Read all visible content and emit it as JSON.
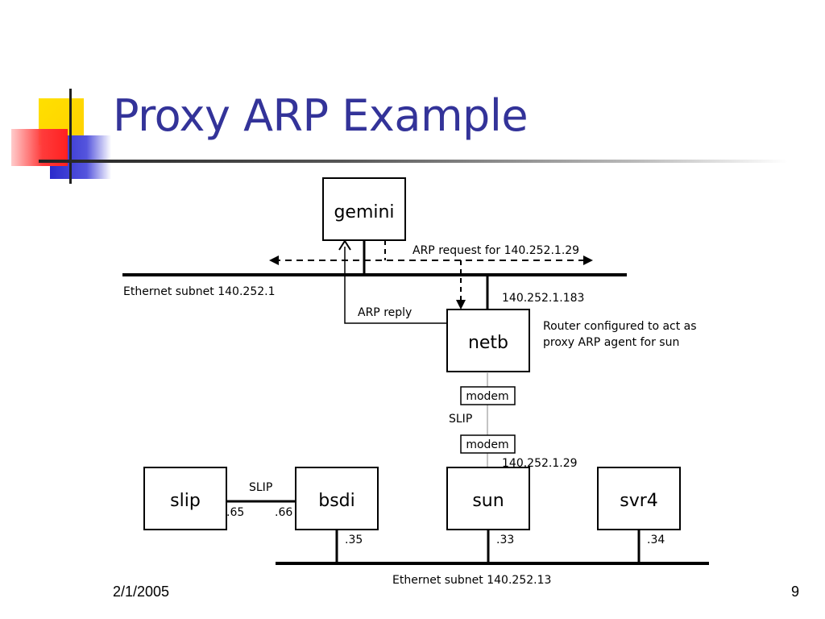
{
  "title": "Proxy ARP Example",
  "footer": {
    "date": "2/1/2005",
    "page": "9"
  },
  "colors": {
    "title": "#333399",
    "deco_yellow": "#FFD700",
    "deco_red": "#FF3333",
    "deco_blue": "#3333CC"
  },
  "hosts": {
    "gemini": "gemini",
    "netb": "netb",
    "slip": "slip",
    "bsdi": "bsdi",
    "sun": "sun",
    "svr4": "svr4"
  },
  "modems": {
    "top": "modem",
    "bottom": "modem"
  },
  "labels": {
    "arp_request": "ARP request for 140.252.1.29",
    "arp_reply": "ARP reply",
    "top_subnet": "Ethernet subnet 140.252.1",
    "bottom_subnet": "Ethernet subnet 140.252.13",
    "netb_addr": "140.252.1.183",
    "router_note_line1": "Router configured to act as",
    "router_note_line2": "proxy ARP agent for sun",
    "slip_link_netb": "SLIP",
    "sun_addr": "140.252.1.29",
    "slip_link_bsdi": "SLIP",
    "slip_addr": ".65",
    "bsdi_slip_addr": ".66",
    "bsdi_addr": ".35",
    "sun_eth_addr": ".33",
    "svr4_addr": ".34"
  }
}
